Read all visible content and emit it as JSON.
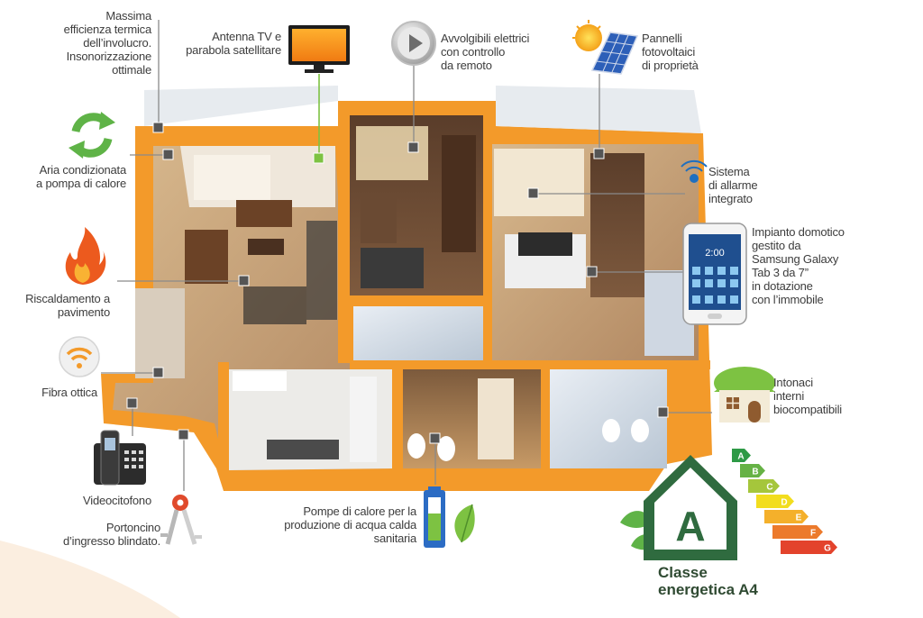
{
  "labels": {
    "involucro": "Massima\nefficienza termica\ndell’involucro.\nInsonorizzazione\nottimale",
    "antenna": "Antenna TV e\nparabola satellitare",
    "avvolgibili": "Avvolgibili elettrici\ncon controllo\nda remoto",
    "pannelli": "Pannelli\nfotovoltaici\ndi proprietà",
    "aria": "Aria condizionata\na pompa di calore",
    "allarme": "Sistema\ndi allarme\nintegrato",
    "domotico": "Impianto domotico\ngestito da\nSamsung Galaxy\nTab 3 da 7”\nin dotazione\ncon l’immobile",
    "riscaldamento": "Riscaldamento a\npavimento",
    "fibra": "Fibra ottica",
    "intonaci": "Intonaci\ninterni\nbiocompatibili",
    "videocitofono": "Videocitofono",
    "portoncino": "Portoncino\nd’ingresso blindato.",
    "pompe": "Pompe di calore  per la\nproduzione di acqua calda\nsanitaria"
  },
  "energy": {
    "title": "Classe\nenergetica A4",
    "main_letter": "A",
    "scale": [
      "A",
      "B",
      "C",
      "D",
      "E",
      "F",
      "G"
    ],
    "scale_colors": [
      "#2e9a46",
      "#66b245",
      "#a5c63b",
      "#f2dd1e",
      "#f4b02b",
      "#ec7a2c",
      "#e3432c"
    ]
  },
  "colors": {
    "walls": "#f39a2a",
    "leader": "#8c8c8c",
    "accent_green": "#7dc242",
    "house_green": "#2f6b3f"
  },
  "icons": [
    "recycle-icon",
    "tv-icon",
    "play-icon",
    "solar-panel-icon",
    "flame-icon",
    "wifi-icon",
    "wireless-sensor-icon",
    "tablet-icon",
    "eco-house-icon",
    "videophone-icon",
    "keys-icon",
    "battery-icon",
    "leaf-icon"
  ]
}
